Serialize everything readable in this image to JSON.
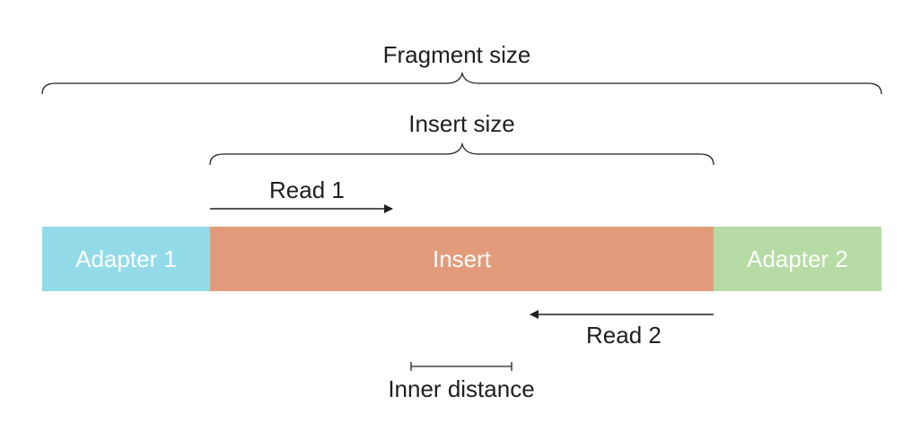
{
  "labels": {
    "fragment_size": "Fragment size",
    "insert_size": "Insert size",
    "read1": "Read 1",
    "read2": "Read 2",
    "inner_distance": "Inner distance"
  },
  "segments": {
    "adapter1": {
      "label": "Adapter 1",
      "color": "#93dbe9"
    },
    "insert": {
      "label": "Insert",
      "color": "#e29c7c"
    },
    "adapter2": {
      "label": "Adapter 2",
      "color": "#b6dba4"
    }
  },
  "colors": {
    "line": "#1f1f1f",
    "background": "#ffffff"
  }
}
